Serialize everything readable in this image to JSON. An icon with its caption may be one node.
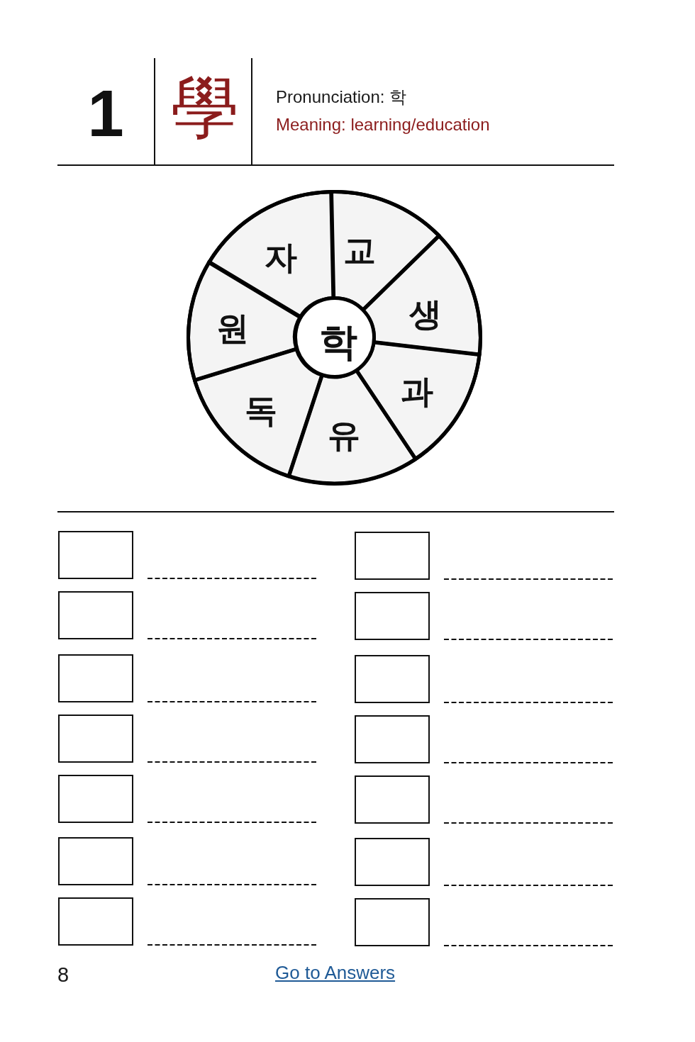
{
  "diagram": {
    "nodes": [
      {
        "text": [
          "학"
        ]
      },
      {
        "text": [
          "교"
        ]
      },
      {
        "text": [
          "생"
        ]
      },
      {
        "text": [
          "과"
        ]
      },
      {
        "text": [
          "유"
        ]
      },
      {
        "text": [
          "독"
        ]
      },
      {
        "text": [
          "원"
        ]
      },
      {
        "text": [
          "자"
        ]
      }
    ],
    "labels": [
      "1",
      "學",
      "Pronunciation: 학",
      "Meaning: learning/education",
      "8",
      "Go to Answers"
    ]
  }
}
